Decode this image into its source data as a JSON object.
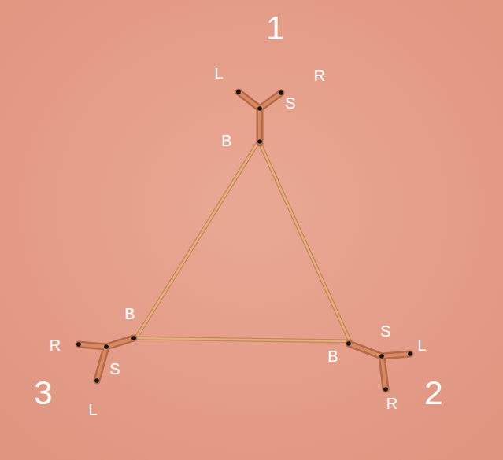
{
  "diagram": {
    "labels": [
      "1",
      "L",
      "R",
      "S",
      "B",
      "B",
      "S",
      "L",
      "R",
      "B",
      "S",
      "3",
      "2",
      "R",
      "L"
    ]
  }
}
